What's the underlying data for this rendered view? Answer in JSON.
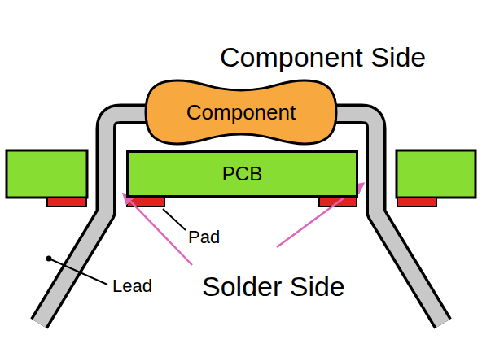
{
  "diagram": {
    "nodes": [
      {
        "text": [
          "Component"
        ]
      },
      {
        "text": [
          "PCB"
        ]
      }
    ],
    "labels": [
      "Component Side",
      "Pad",
      "Lead",
      "Solder Side"
    ]
  }
}
